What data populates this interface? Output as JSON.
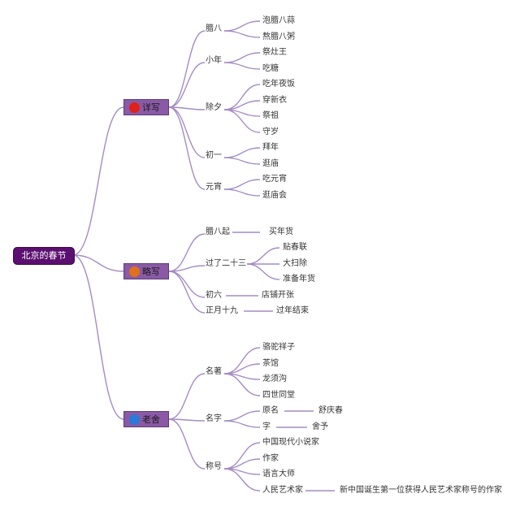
{
  "colors": {
    "line": "#a48cc2",
    "root_bg": "#5b0f70",
    "node_bg": "#8a5aa6"
  },
  "root": {
    "label": "北京的春节"
  },
  "main": [
    {
      "label": "详写",
      "icon": "red-circle-icon",
      "icon_color": "#e0201a"
    },
    {
      "label": "略写",
      "icon": "orange-circle-icon",
      "icon_color": "#e0701a"
    },
    {
      "label": "老舍",
      "icon": "blue-circle-icon",
      "icon_color": "#2a7ad8"
    }
  ],
  "level2": [
    {
      "label": "腊八",
      "children": [
        "泡腊八蒜",
        "熬腊八粥"
      ]
    },
    {
      "label": "小年",
      "children": [
        "祭灶王",
        "吃糖"
      ]
    },
    {
      "label": "除夕",
      "children": [
        "吃年夜饭",
        "穿新衣",
        "祭祖",
        "守岁"
      ]
    },
    {
      "label": "初一",
      "children": [
        "拜年",
        "逛庙"
      ]
    },
    {
      "label": "元宵",
      "children": [
        "吃元宵",
        "逛庙会"
      ]
    },
    {
      "label": "腊八起",
      "children": [
        "买年货"
      ]
    },
    {
      "label": "过了二十三",
      "children": [
        "贴春联",
        "大扫除",
        "准备年货"
      ]
    },
    {
      "label": "初六",
      "children": [
        "店铺开张"
      ]
    },
    {
      "label": "正月十九",
      "children": [
        "过年结束"
      ]
    },
    {
      "label": "名著",
      "children": [
        "骆驼祥子",
        "茶馆",
        "龙须沟",
        "四世同堂"
      ]
    },
    {
      "label": "名字",
      "children": [
        "原名",
        "字"
      ]
    },
    {
      "label": "称号",
      "children": [
        "中国现代小说家",
        "作家",
        "语言大师",
        "人民艺术家"
      ]
    }
  ],
  "level4": [
    "舒庆春",
    "舍予",
    "新中国诞生第一位获得人民艺术家称号的作家"
  ]
}
